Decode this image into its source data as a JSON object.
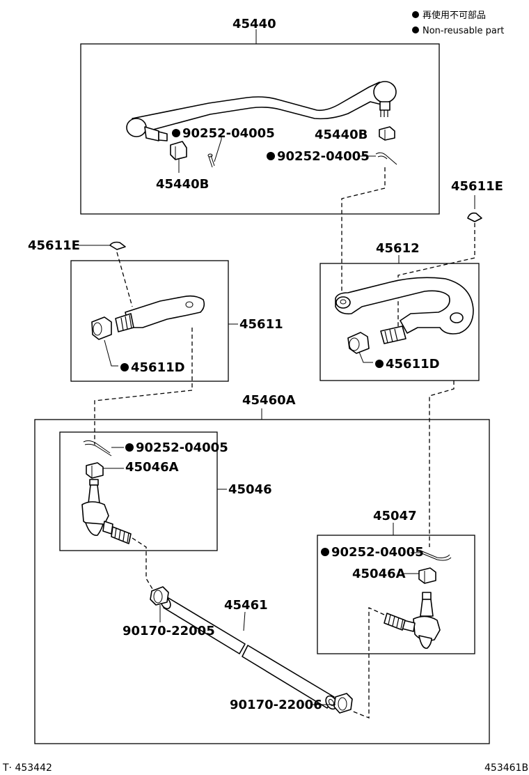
{
  "legend": {
    "jp": "再使用不可部品",
    "en": "Non-reusable part"
  },
  "labels": {
    "p45440": "45440",
    "p45440b_right": "45440B",
    "p45440b_left": "45440B",
    "cotter_upper_left": "90252-04005",
    "cotter_upper_right": "90252-04005",
    "p45611e_right": "45611E",
    "p45611e_left": "45611E",
    "p45612": "45612",
    "p45611": "45611",
    "p45611d_left": "45611D",
    "p45611d_right": "45611D",
    "p45460a": "45460A",
    "cotter_lower_left": "90252-04005",
    "p45046a_left": "45046A",
    "p45046": "45046",
    "p45047": "45047",
    "cotter_lower_right": "90252-04005",
    "p45046a_right": "45046A",
    "p45461": "45461",
    "clamp_left": "90170-22005",
    "clamp_right": "90170-22006"
  },
  "footer": {
    "left": "T· 453442",
    "right": "453461B"
  }
}
